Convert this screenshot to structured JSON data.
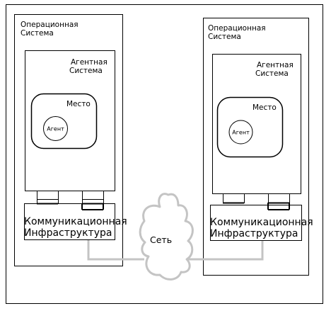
{
  "diagram": {
    "left_host": {
      "os_line1": "Операционная",
      "os_line2": "Система",
      "agent_system_line1": "Агентная",
      "agent_system_line2": "Система",
      "place": "Место",
      "agent": "Агент",
      "comm_line1": "Коммуникационная",
      "comm_line2": "Инфраструктура"
    },
    "right_host": {
      "os_line1": "Операционная",
      "os_line2": "Система",
      "agent_system_line1": "Агентная",
      "agent_system_line2": "Система",
      "place": "Место",
      "agent": "Агент",
      "comm_line1": "Коммуникационная",
      "comm_line2": "Инфраструктура"
    },
    "network": "Сеть",
    "colors": {
      "stroke": "#000000",
      "link": "#c4c4c4",
      "background": "#ffffff"
    }
  }
}
